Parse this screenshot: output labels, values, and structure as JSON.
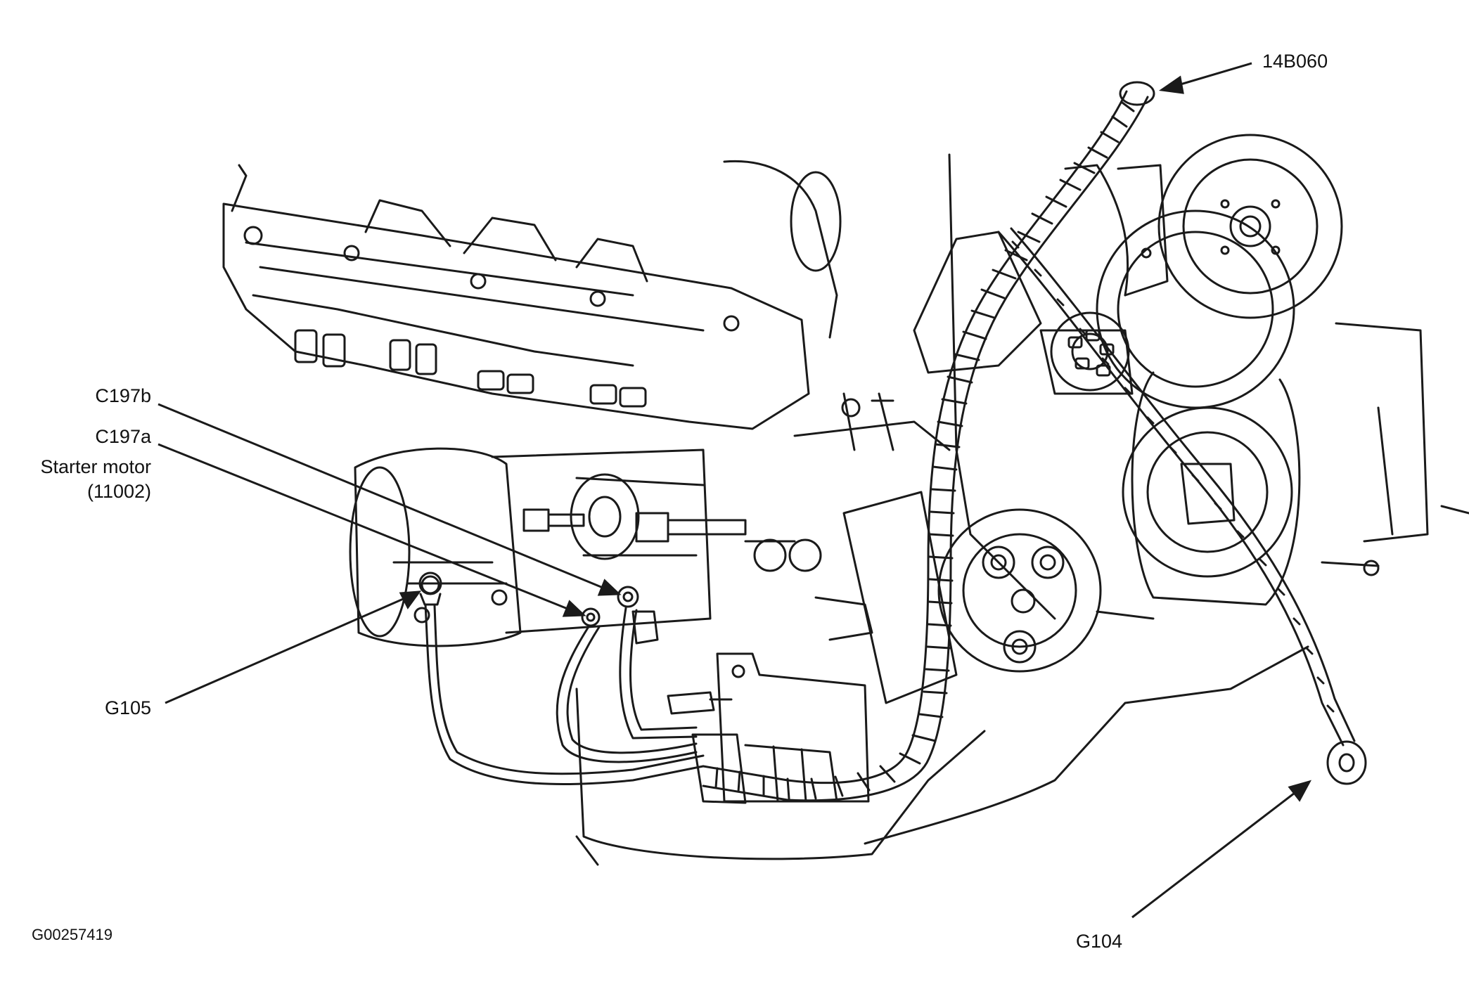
{
  "labels": {
    "harness": "14B060",
    "c197b": "C197b",
    "c197a": "C197a",
    "starter_motor": "Starter motor",
    "starter_part": "(11002)",
    "g105": "G105",
    "g104": "G104",
    "figure_id": "G00257419"
  },
  "colors": {
    "line": "#1a1a1a",
    "background": "#ffffff"
  }
}
